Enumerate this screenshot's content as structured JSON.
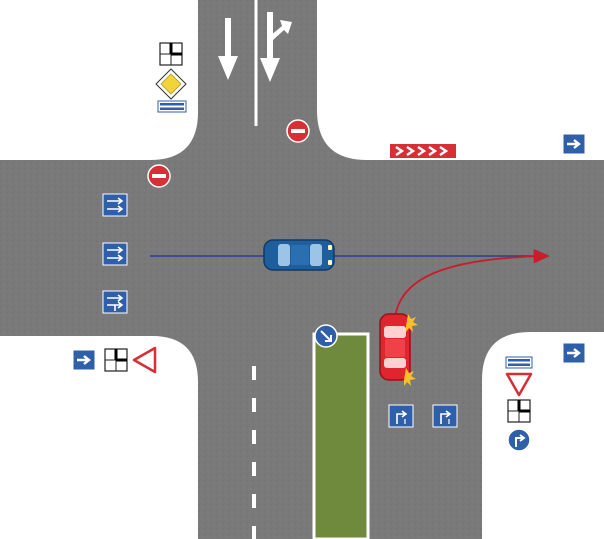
{
  "diagram": {
    "colors": {
      "background": "#ffffff",
      "asphalt": "#7c7c7c",
      "asphalt_dark": "#6f6f6f",
      "marking": "#ffffff",
      "median": "#6f8a3c",
      "sign_blue": "#2f5fa8",
      "sign_red": "#d62f36",
      "sign_yellow": "#f1d43a",
      "route_blue": "#2a3a9a",
      "route_red": "#c91d2b",
      "blue_car": "#1f5e9c",
      "red_car": "#e0252e"
    },
    "icons": {
      "no_entry": "no-entry-sign-icon",
      "priority_road": "priority-road-sign-icon",
      "give_way": "give-way-sign-icon",
      "lane_direction": "lane-direction-sign-icon",
      "one_way": "one-way-sign-icon",
      "keep_right": "keep-right-sign-icon",
      "turn_right": "turn-right-only-sign-icon",
      "intersection_layout": "intersection-layout-plate-icon",
      "sharp_turn": "sharp-turn-chevron-icon"
    },
    "vehicles": [
      "blue-car",
      "red-car"
    ],
    "routes": [
      "blue-car-straight-route",
      "red-car-right-turn-route"
    ]
  }
}
